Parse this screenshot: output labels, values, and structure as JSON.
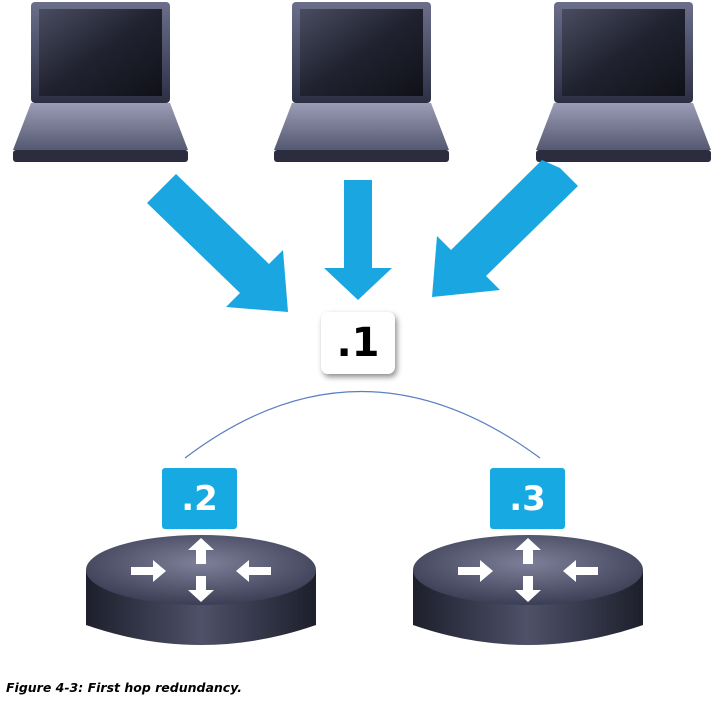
{
  "diagram": {
    "virtual_gateway_label": ".1",
    "routers": [
      {
        "label": ".2"
      },
      {
        "label": ".3"
      }
    ],
    "hosts": [
      "laptop",
      "laptop",
      "laptop"
    ],
    "colors": {
      "arrow": "#1aa6e0",
      "router_label_bg": "#17a9e1",
      "link": "#5a7fc4",
      "device_body": "#3c3f58"
    }
  },
  "caption": "Figure 4-3: First hop redundancy."
}
